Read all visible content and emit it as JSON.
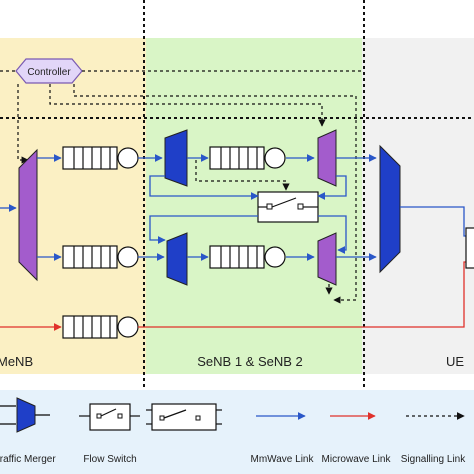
{
  "regions": {
    "menb": "MeNB",
    "senb": "SeNB 1 & SeNB 2",
    "ue": "UE"
  },
  "controller": {
    "label": "Controller"
  },
  "legend": {
    "items": [
      {
        "label": "Traffic Merger"
      },
      {
        "label": "Flow Switch"
      },
      {
        "label": ""
      },
      {
        "label": "MmWave Link"
      },
      {
        "label": "Microwave Link"
      },
      {
        "label": "Signalling Link"
      }
    ]
  },
  "colors": {
    "menb_bg": "#fbf0c4",
    "senb_bg": "#d9f5c6",
    "ue_bg": "#f1f1f1",
    "legend_bg": "#e6f2fb",
    "merger_blue": "#1f3fc8",
    "merger_purple": "#a35ccc",
    "mmwave": "#2a57c8",
    "microwave": "#e0312b",
    "controller_fill": "#e2d6f8"
  }
}
